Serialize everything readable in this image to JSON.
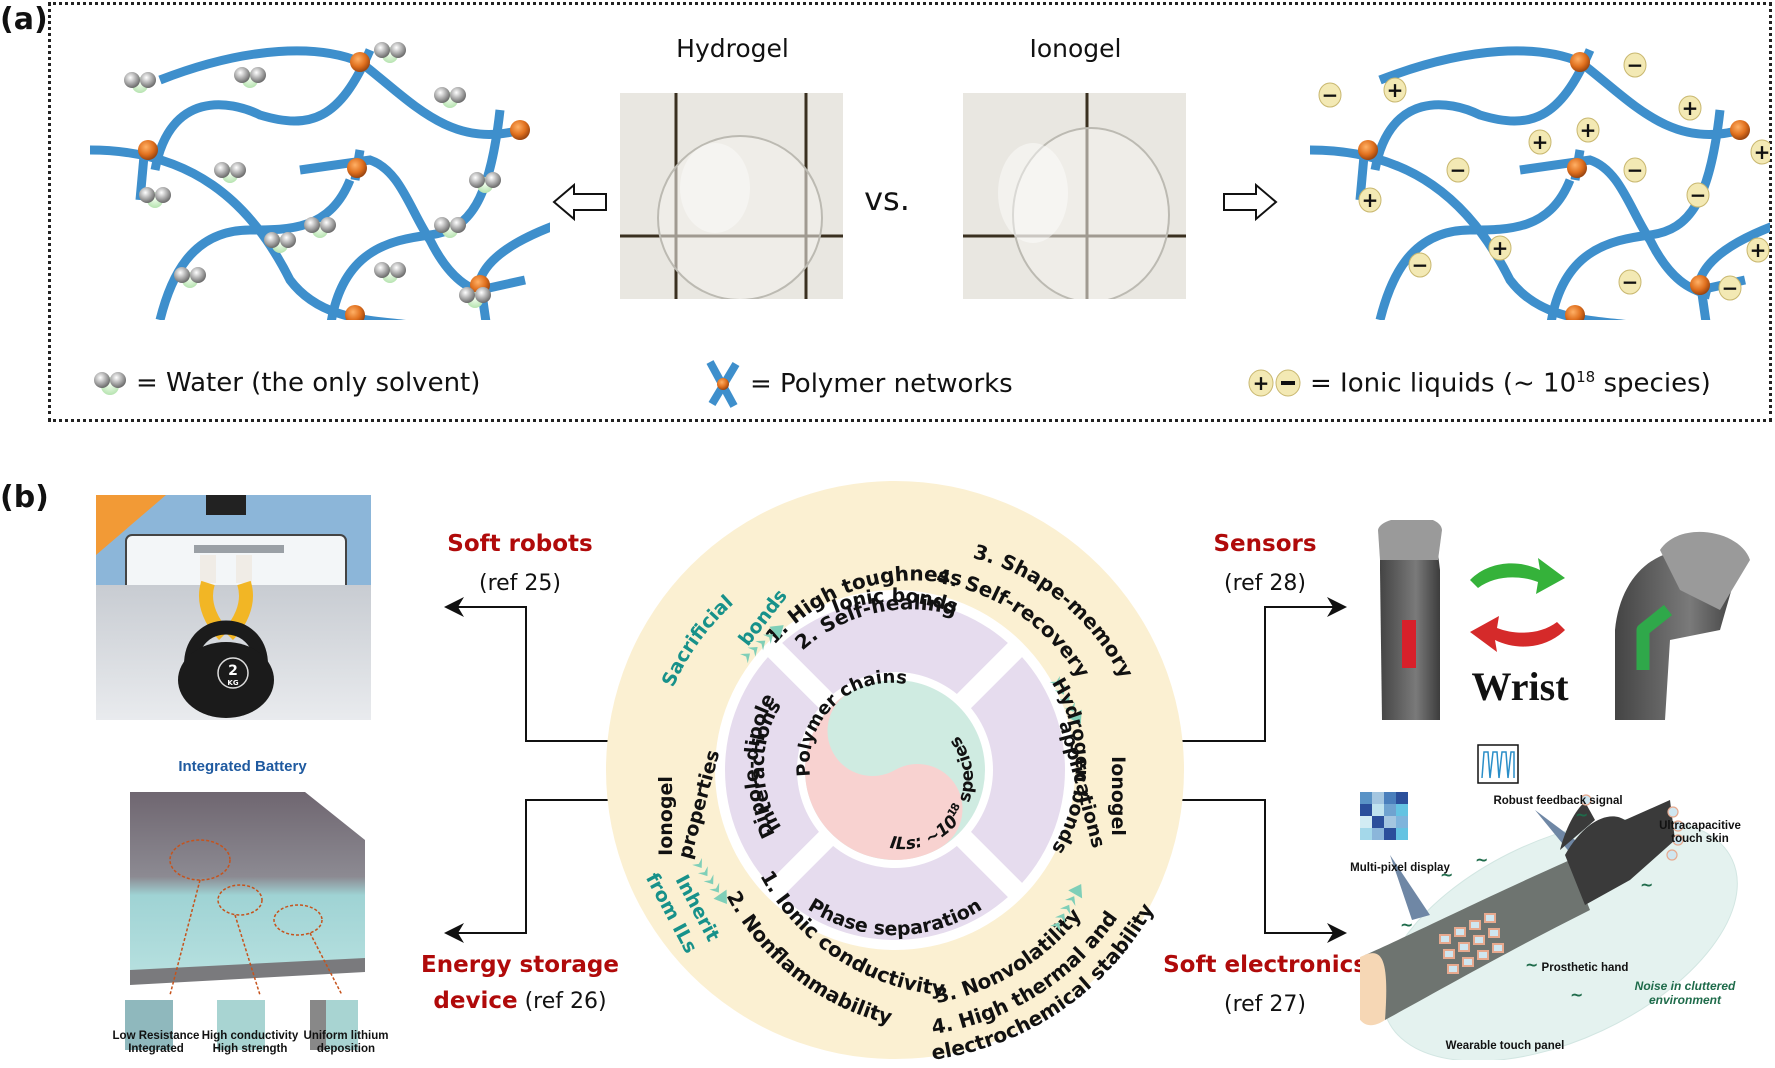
{
  "panel_a": {
    "label": "(a)",
    "hydrogel_title": "Hydrogel",
    "ionogel_title": "Ionogel",
    "versus": "vs.",
    "legend": {
      "water": "= Water (the only solvent)",
      "polymer": "= Polymer networks",
      "ionic_prefix": "= Ionic liquids (~ 10",
      "ionic_exp": "18",
      "ionic_suffix": " species)"
    },
    "ion_plus": "+",
    "ion_minus": "−"
  },
  "panel_b": {
    "label": "(b)",
    "applications": {
      "soft_robots": {
        "title": "Soft robots",
        "ref": "(ref 25)"
      },
      "energy": {
        "title_line1": "Energy storage",
        "title_line2": "device",
        "ref": " (ref 26)"
      },
      "sensors": {
        "title": "Sensors",
        "ref": "(ref 28)"
      },
      "soft_electronics": {
        "title": "Soft electronics",
        "ref": "(ref 27)"
      }
    },
    "battery": {
      "title": "Integrated Battery",
      "insets": [
        {
          "line1": "Low Resistance",
          "line2": "Integrated"
        },
        {
          "line1": "High conductivity",
          "line2": "High strength"
        },
        {
          "line1": "Uniform lithium",
          "line2": "deposition"
        }
      ]
    },
    "kettlebell": {
      "weight": "2",
      "unit": "KG"
    },
    "sensor_word": "Wrist",
    "electronics": {
      "robust_signal": "Robust feedback signal",
      "multi_pixel": "Multi-pixel display",
      "ultracap_line1": "Ultracapacitive",
      "ultracap_line2": "touch skin",
      "prosthetic": "Prosthetic hand",
      "noise_line1": "Noise in cluttered",
      "noise_line2": "environment",
      "wearable": "Wearable touch panel"
    },
    "circle": {
      "outer_top": [
        "1. High toughness",
        "2. Self-healing",
        "3. Shape-memory",
        "4. Self-recovery"
      ],
      "outer_bottom": [
        "1. Ionic conductivity",
        "2. Nonflammability",
        "3. Nonvolatility",
        "4. High thermal and",
        "electrochemical stability"
      ],
      "sacrificial": [
        "Sacrificial",
        "bonds"
      ],
      "inherit": [
        "Inherit",
        "from ILs"
      ],
      "ionogel_properties": [
        "Ionogel",
        "properties"
      ],
      "ionogel_applications": [
        "Ionogel",
        "applications"
      ],
      "interactions": {
        "top": "Ionic bonds",
        "left_line1": "Dipole-dipole",
        "left_line2": "interactions",
        "right": "Hydrogen bonds",
        "bottom": "Phase separation"
      },
      "core": {
        "polymer": "Polymer chains",
        "ils_prefix": "ILs: ~10",
        "ils_exp": "18",
        "ils_suffix": " species"
      }
    },
    "colors": {
      "outer_ring": "#fbf0d2",
      "inner_sector": "#e6dcee",
      "yin_pink": "#f8d2d0",
      "yang_mint": "#cfebe1",
      "teal_text": "#17918a",
      "chevron": "#7fcfb8",
      "app_red": "#b00a0a"
    }
  }
}
